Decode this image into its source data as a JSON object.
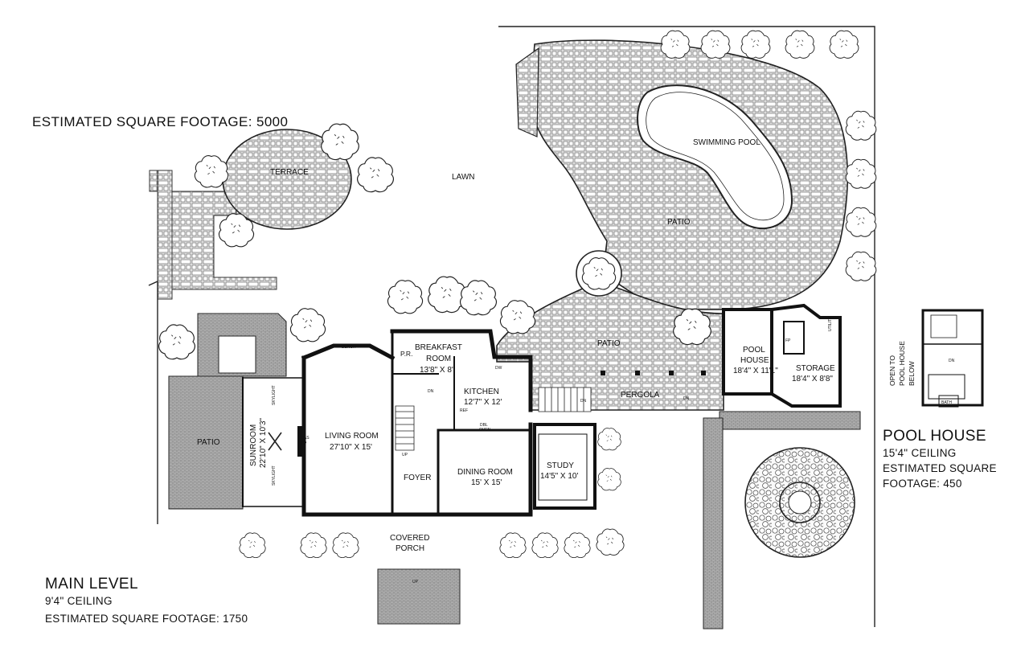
{
  "estimate_total": "ESTIMATED SQUARE FOOTAGE: 5000",
  "main_level": {
    "title": "MAIN LEVEL",
    "ceiling": "9'4\" CEILING",
    "footage": "ESTIMATED SQUARE FOOTAGE: 1750"
  },
  "pool_house_info": {
    "title": "POOL HOUSE",
    "ceiling": "15'4\" CEILING",
    "footage_line1": "ESTIMATED SQUARE",
    "footage_line2": "FOOTAGE: 450"
  },
  "labels": {
    "terrace": "TERRACE",
    "lawn": "LAWN",
    "swimming_pool": "SWIMMING POOL",
    "patio_upper": "PATIO",
    "patio_middle": "PATIO",
    "patio_left": "PATIO",
    "pergola": "PERGOLA",
    "breakfast": "BREAKFAST",
    "room": "ROOM",
    "breakfast_dim": "13'8\" X 8'",
    "pr": "P.R.",
    "kitchen": "KITCHEN",
    "kitchen_dim": "12'7\" X 12'",
    "living_room": "LIVING ROOM",
    "living_dim": "27'10\" X 15'",
    "foyer": "FOYER",
    "dining_room": "DINING ROOM",
    "dining_dim": "15' X 15'",
    "study": "STUDY",
    "study_dim": "14'5\" X 10'",
    "sunroom": "SUNROOM",
    "sunroom_dim": "22'10\" X 10'3\"",
    "covered": "COVERED",
    "porch": "PORCH",
    "pool": "POOL",
    "house": "HOUSE",
    "pool_house_dim": "18'4\" X 11'1\"",
    "storage": "STORAGE",
    "storage_dim": "18'4\" X 8'8\"",
    "utility": "UTILITY",
    "gas_fp_1": "GAS",
    "gas_fp_2": "FP",
    "bench": "BENCH",
    "ref": "REF",
    "dbl": "DBL",
    "oven": "OVEN",
    "dw": "DW",
    "fp": "FP",
    "bath": "BATH",
    "skylight": "SKYLIGHT",
    "up": "UP",
    "dn": "DN",
    "open_to_1": "OPEN TO",
    "open_to_2": "POOL HOUSE",
    "open_to_3": "BELOW"
  }
}
